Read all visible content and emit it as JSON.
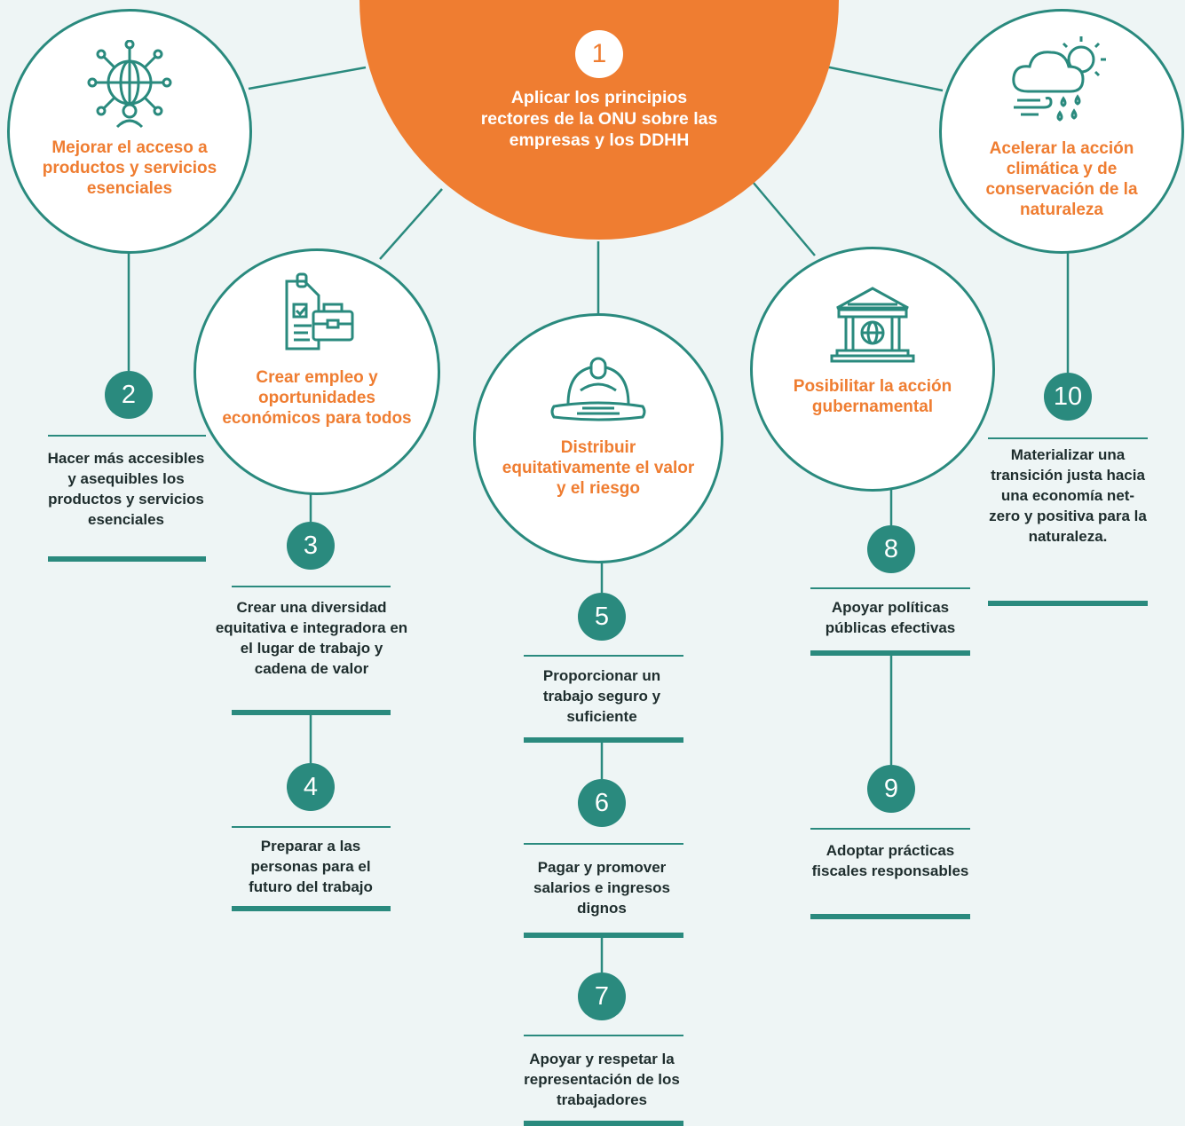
{
  "center": {
    "number": "1",
    "title": "Aplicar los principios rectores de la ONU sobre las empresas y los DDHH"
  },
  "circles": {
    "access": {
      "title": "Mejorar el acceso a productos y servicios esenciales",
      "icon": "globe-network-icon"
    },
    "employment": {
      "title": "Crear empleo y oportunidades económicos para todos",
      "icon": "clipboard-briefcase-icon"
    },
    "distribute": {
      "title": "Distribuir equitativamente el valor y el riesgo",
      "icon": "hard-hat-icon"
    },
    "government": {
      "title": "Posibilitar la acción gubernamental",
      "icon": "government-building-icon"
    },
    "climate": {
      "title": "Acelerar la acción climática y de conservación de la naturaleza",
      "icon": "weather-cloud-icon"
    }
  },
  "items": {
    "i2": {
      "number": "2",
      "text": "Hacer más accesibles y asequibles los productos y servicios esenciales"
    },
    "i3": {
      "number": "3",
      "text": "Crear una diversidad equitativa e integradora en el lugar de trabajo y cadena de valor"
    },
    "i4": {
      "number": "4",
      "text": "Preparar a las personas para el futuro del trabajo"
    },
    "i5": {
      "number": "5",
      "text": "Proporcionar un trabajo seguro y suficiente"
    },
    "i6": {
      "number": "6",
      "text": "Pagar y promover salarios e ingresos dignos"
    },
    "i7": {
      "number": "7",
      "text": "Apoyar y respetar la representación de los trabajadores"
    },
    "i8": {
      "number": "8",
      "text": "Apoyar políticas públicas efectivas"
    },
    "i9": {
      "number": "9",
      "text": "Adoptar prácticas fiscales responsables"
    },
    "i10": {
      "number": "10",
      "text": "Materializar una transición justa hacia una economía net-zero y positiva para la naturaleza."
    }
  },
  "colors": {
    "orange": "#ef7d31",
    "teal": "#2a8a7e",
    "background": "#eef5f5"
  }
}
